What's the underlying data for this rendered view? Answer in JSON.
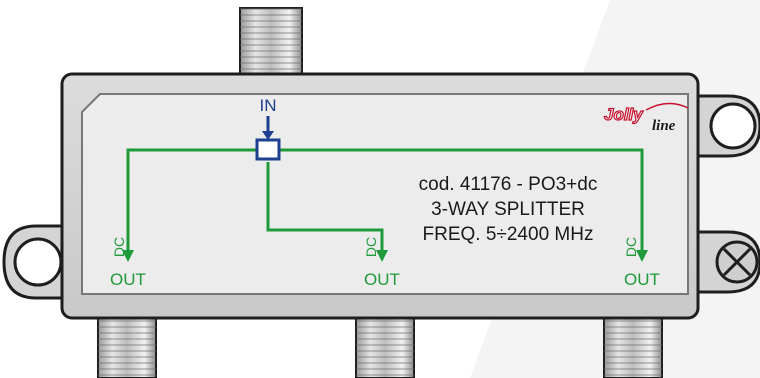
{
  "product": {
    "brand_main": "Jolly",
    "brand_sub": "line",
    "code": "cod. 41176 - PO3+dc",
    "name": "3-WAY SPLITTER",
    "frequency": "FREQ. 5÷2400 MHz"
  },
  "ports": {
    "input": {
      "label": "IN"
    },
    "outputs": [
      {
        "dc": "DC",
        "label": "OUT"
      },
      {
        "dc": "DC",
        "label": "OUT"
      },
      {
        "dc": "DC",
        "label": "OUT"
      }
    ]
  },
  "colors": {
    "circuit": "#1f9a3a",
    "input": "#1c3f8f",
    "brand": "#c8102e",
    "body": "#e0e0e0"
  },
  "icons": {
    "input_connector": "f-connector-icon",
    "output_connector": "f-connector-icon",
    "mount_hole": "mounting-hole-icon",
    "ground_screw": "ground-screw-icon"
  }
}
